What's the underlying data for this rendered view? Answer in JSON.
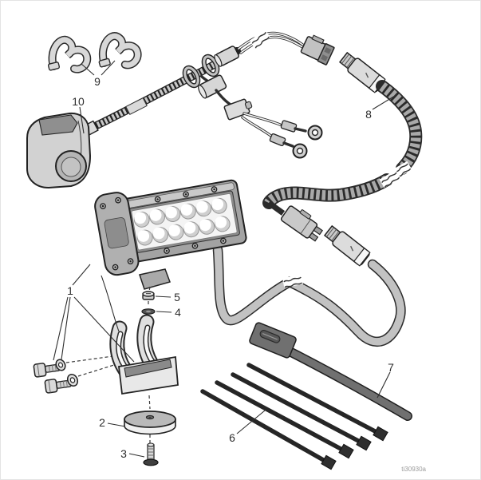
{
  "figure": {
    "type": "exploded-parts-diagram",
    "code": "ti30930a",
    "callouts": [
      {
        "id": 1,
        "label": "1"
      },
      {
        "id": 2,
        "label": "2"
      },
      {
        "id": 3,
        "label": "3"
      },
      {
        "id": 4,
        "label": "4"
      },
      {
        "id": 5,
        "label": "5"
      },
      {
        "id": 6,
        "label": "6"
      },
      {
        "id": 7,
        "label": "7"
      },
      {
        "id": 8,
        "label": "8"
      },
      {
        "id": 9,
        "label": "9"
      },
      {
        "id": 10,
        "label": "10"
      }
    ],
    "palette": {
      "line": "#2a2a2a",
      "part_fill_light": "#d9d9d9",
      "part_fill_mid": "#b0b0b0",
      "cable_gray": "#a9a9a9",
      "tie_dark": "#262626",
      "strap_gray": "#707070",
      "led_white": "#fbfbfb",
      "label_text": "#2e2e2e",
      "code_text": "#9b9b9b",
      "background": "#ffffff"
    }
  }
}
